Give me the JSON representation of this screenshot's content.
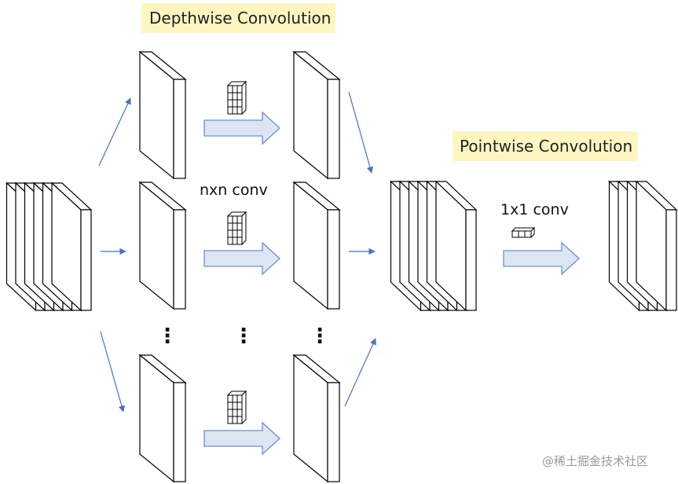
{
  "depthwise": {
    "title": "Depthwise Convolution",
    "conv_label": "nxn conv"
  },
  "pointwise": {
    "title": "Pointwise Convolution",
    "conv_label": "1x1 conv"
  },
  "ellipsis": "⋮",
  "watermark": "@稀土掘金技术社区",
  "colors": {
    "highlight": "#fdf6c3",
    "arrow_fill": "#dce6f2",
    "arrow_stroke": "#6f8fc7",
    "connector": "#4a72b8",
    "outline": "#000000"
  }
}
